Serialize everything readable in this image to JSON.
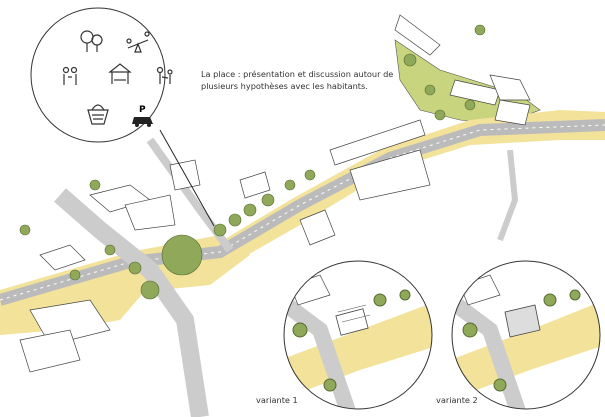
{
  "caption": "La place : présentation et discussion autour de plusieurs hypothèses avec les habitants.",
  "variants": [
    {
      "label": "variante 1"
    },
    {
      "label": "variante 2"
    }
  ],
  "icons_circle": {
    "items": [
      "trees-icon",
      "seesaw-icon",
      "family-icon",
      "market-stall-icon",
      "walking-family-icon",
      "basket-icon",
      "parking-car-icon"
    ],
    "parking_letter": "P"
  },
  "colors": {
    "road_band": "#f2e29a",
    "green": "#b9c96a",
    "tree": "#8fa85a",
    "line": "#444444"
  }
}
